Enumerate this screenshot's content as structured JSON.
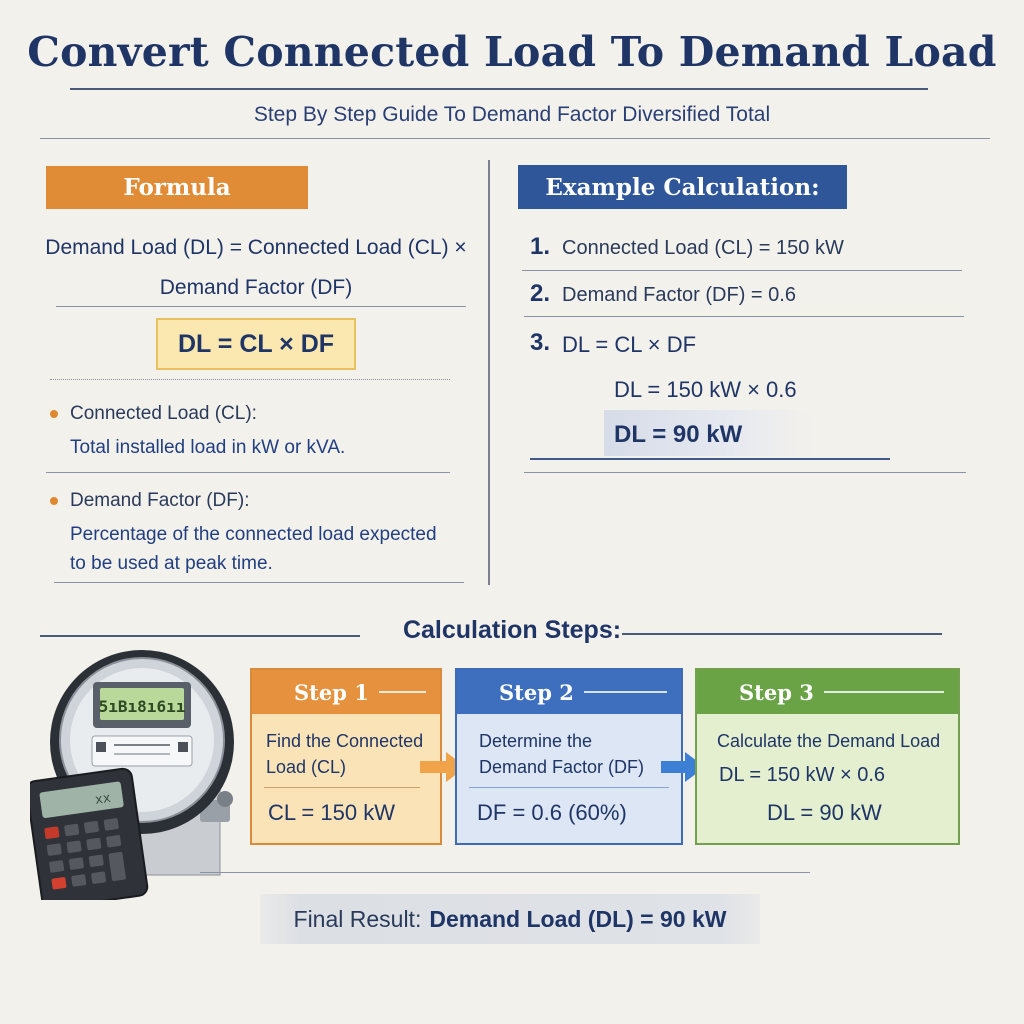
{
  "title": "Convert Connected Load To Demand Load",
  "subtitle": "Step By Step Guide To Demand Factor Diversified Total",
  "formula": {
    "badge": "Formula",
    "line1": "Demand Load (DL) = Connected Load (CL) ×",
    "line2": "Demand Factor (DF)",
    "boxed": "DL = CL × DF",
    "definitions": [
      {
        "term": "Connected Load (CL):",
        "desc": "Total installed load in kW or kVA."
      },
      {
        "term": "Demand Factor (DF):",
        "desc_line1": "Percentage of the connected load expected",
        "desc_line2": "to be used at peak time."
      }
    ]
  },
  "example": {
    "badge": "Example Calculation:",
    "items": [
      {
        "num": "1.",
        "text": "Connected Load (CL) = 150 kW"
      },
      {
        "num": "2.",
        "text": "Demand Factor (DF) = 0.6"
      },
      {
        "num": "3.",
        "text": "DL = CL × DF"
      }
    ],
    "substitution": "DL = 150 kW × 0.6",
    "result": "DL = 90 kW"
  },
  "steps_title": "Calculation Steps:",
  "steps": [
    {
      "label": "Step 1",
      "line1": "Find the Connected",
      "line2": "Load (CL)",
      "value": "CL = 150 kW",
      "color": "#e5913d"
    },
    {
      "label": "Step 2",
      "line1": "Determine the",
      "line2": "Demand Factor (DF)",
      "value": "DF = 0.6 (60%)",
      "color": "#3e6fbf"
    },
    {
      "label": "Step 3",
      "line1": "Calculate the Demand Load",
      "line2": "DL = 150 kW × 0.6",
      "value": "DL = 90 kW",
      "color": "#6aa246"
    }
  ],
  "meter_display": "5ıBı8ı6ıı",
  "calculator_display": "xx",
  "final": {
    "label": "Final Result:",
    "value": "Demand Load (DL) = 90 kW"
  },
  "icons": [
    "electric-meter-icon",
    "calculator-icon",
    "arrow-right-icon"
  ]
}
